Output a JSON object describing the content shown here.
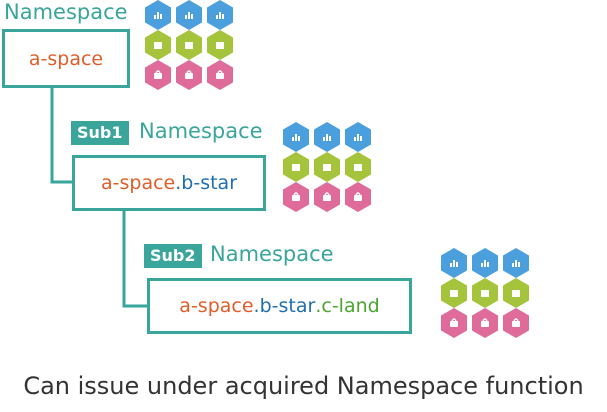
{
  "colors": {
    "teal": "#3aa59b",
    "orange": "#e05d2a",
    "blue": "#1f6fb0",
    "green": "#4aa62e",
    "hex_blue": "#4a9fdc",
    "hex_green": "#a5c43c",
    "hex_pink": "#de6b9a"
  },
  "levels": [
    {
      "label": "Namespace",
      "badge": "",
      "segments": [
        {
          "text": "a-space",
          "color": "#e05d2a"
        }
      ]
    },
    {
      "label": "Namespace",
      "badge": "Sub1",
      "segments": [
        {
          "text": "a-space",
          "color": "#e05d2a"
        },
        {
          "text": ".",
          "color": "#1f6fb0"
        },
        {
          "text": "b-star",
          "color": "#1f6fb0"
        }
      ]
    },
    {
      "label": "Namespace",
      "badge": "Sub2",
      "segments": [
        {
          "text": "a-space",
          "color": "#e05d2a"
        },
        {
          "text": ".",
          "color": "#1f6fb0"
        },
        {
          "text": "b-star",
          "color": "#1f6fb0"
        },
        {
          "text": ".",
          "color": "#4aa62e"
        },
        {
          "text": "c-land",
          "color": "#4aa62e"
        }
      ]
    }
  ],
  "hex_grid": {
    "rows": [
      "#4a9fdc",
      "#a5c43c",
      "#de6b9a"
    ],
    "row_icons": [
      "chart-icon",
      "box-icon",
      "bag-icon"
    ]
  },
  "caption": "Can issue under acquired Namespace function"
}
